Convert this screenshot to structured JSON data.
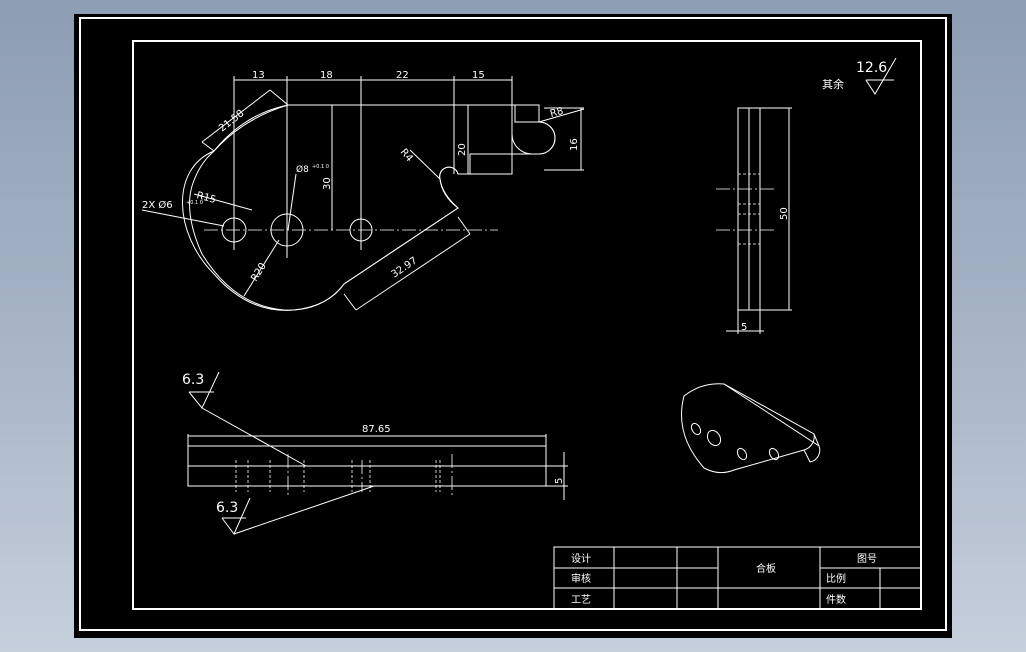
{
  "front_view": {
    "dims": {
      "top_13": "13",
      "top_18": "18",
      "top_22": "22",
      "top_15": "15",
      "len_21_58": "21.58",
      "r8": "R8",
      "r4": "R4",
      "v16": "16",
      "v20": "20",
      "v30": "30",
      "hole_small": "2X Ø6",
      "hole_small_tol": "+0.1 0",
      "hole_mid": "Ø8",
      "hole_mid_tol": "+0.1 0",
      "r15": "R15",
      "r20": "R20",
      "len_32_97": "32.97"
    }
  },
  "side_view": {
    "dims": {
      "height_50": "50",
      "width_5": "5"
    }
  },
  "bottom_view": {
    "dims": {
      "length_87_65": "87.65",
      "thick_5": "5"
    },
    "roughness_1": "6.3",
    "roughness_2": "6.3"
  },
  "general_roughness": {
    "label": "其余",
    "value": "12.6"
  },
  "title_block": {
    "design": "设计",
    "review": "审核",
    "process": "工艺",
    "part_name": "合板",
    "drawing_no": "图号",
    "scale": "比例",
    "quantity": "件数"
  }
}
